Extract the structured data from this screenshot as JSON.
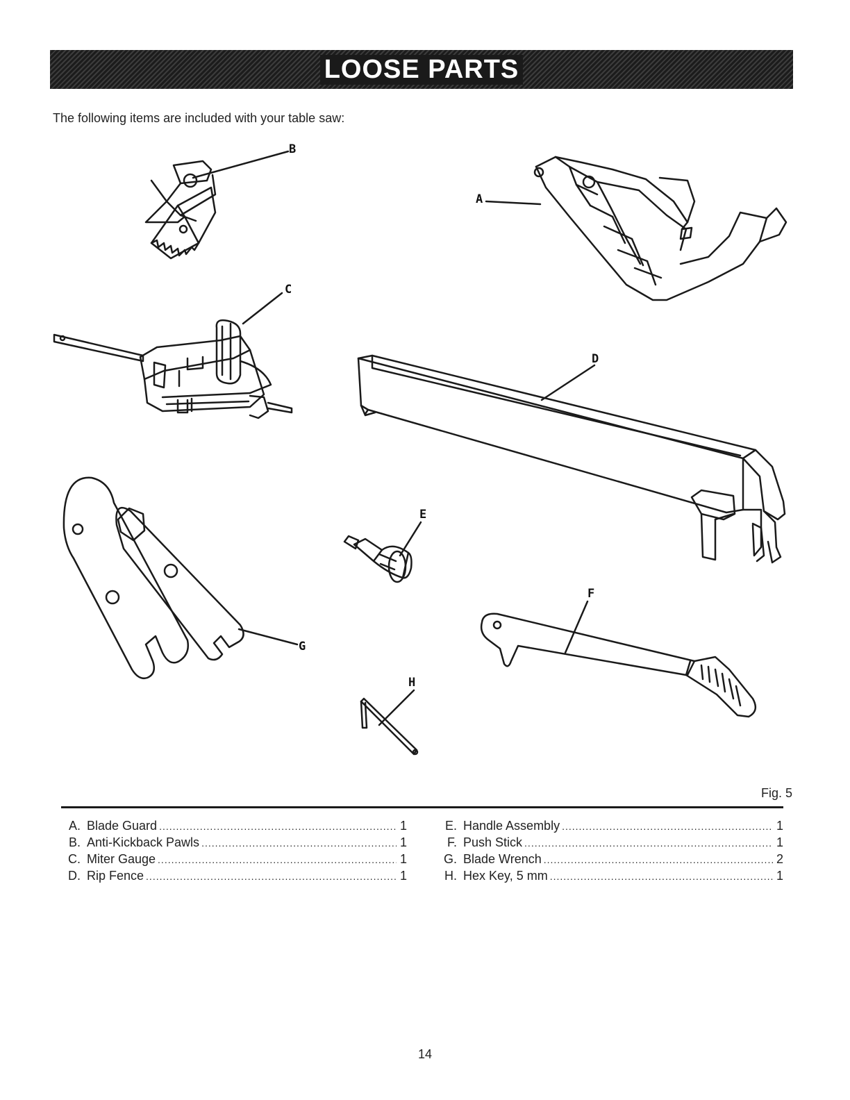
{
  "header": {
    "title": "LOOSE PARTS"
  },
  "intro": "The following items are included with your table saw:",
  "figure": {
    "label": "Fig. 5",
    "callouts": [
      "A",
      "B",
      "C",
      "D",
      "E",
      "F",
      "G",
      "H"
    ]
  },
  "parts_left": [
    {
      "letter": "A.",
      "name": "Blade Guard",
      "qty": "1"
    },
    {
      "letter": "B.",
      "name": "Anti-Kickback Pawls",
      "qty": "1"
    },
    {
      "letter": "C.",
      "name": "Miter Gauge",
      "qty": "1"
    },
    {
      "letter": "D.",
      "name": "Rip Fence",
      "qty": "1"
    }
  ],
  "parts_right": [
    {
      "letter": "E.",
      "name": "Handle Assembly",
      "qty": "1"
    },
    {
      "letter": "F.",
      "name": "Push Stick",
      "qty": "1"
    },
    {
      "letter": "G.",
      "name": "Blade Wrench",
      "qty": "2"
    },
    {
      "letter": "H.",
      "name": "Hex Key, 5 mm",
      "qty": "1"
    }
  ],
  "page_number": "14"
}
